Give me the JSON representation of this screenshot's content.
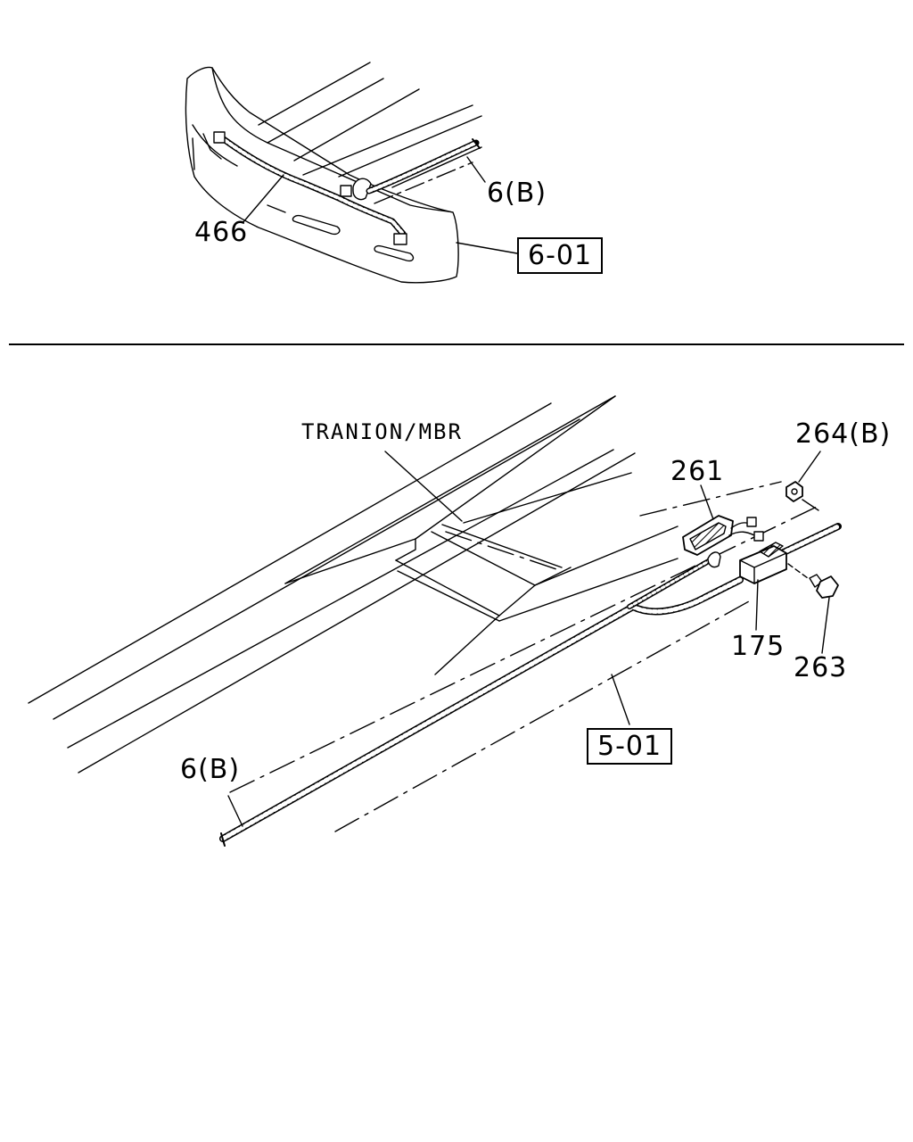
{
  "top_view": {
    "callouts": {
      "harness": "466",
      "harness_ref": "6(B)",
      "section_ref": "6-01"
    }
  },
  "bottom_view": {
    "callouts": {
      "member_label": "TRANION/MBR",
      "part_261": "261",
      "part_264": "264(B)",
      "part_175": "175",
      "part_263": "263",
      "section_ref": "5-01",
      "harness_ref": "6(B)"
    }
  }
}
